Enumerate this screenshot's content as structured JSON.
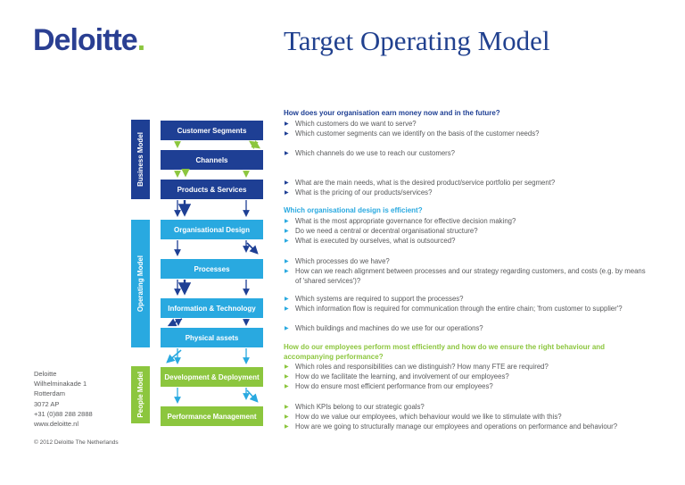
{
  "header": {
    "logo_text": "Deloitte",
    "logo_dot": ".",
    "title": "Target Operating Model"
  },
  "colors": {
    "dark_blue": "#1E3F94",
    "light_blue": "#29A9E0",
    "green": "#8CC63E",
    "body_text": "#58595B"
  },
  "icons": {
    "bullet": "▶"
  },
  "flow": {
    "sidebars": [
      {
        "label": "Business Model"
      },
      {
        "label": "Operating Model"
      },
      {
        "label": "People Model"
      }
    ],
    "boxes": [
      {
        "label": "Customer Segments"
      },
      {
        "label": "Channels"
      },
      {
        "label": "Products & Services"
      },
      {
        "label": "Organisational Design"
      },
      {
        "label": "Processes"
      },
      {
        "label": "Information & Technology"
      },
      {
        "label": "Physical assets"
      },
      {
        "label": "Development & Deployment"
      },
      {
        "label": "Performance Management"
      }
    ]
  },
  "questions": {
    "sections": [
      {
        "heading": "How does your organisation earn money now and in the future?",
        "items": [
          "Which customers do we want to serve?",
          "Which customer segments can we identify on the basis of the customer needs?",
          "Which channels do we use to reach our customers?",
          "What are the main needs, what is the desired product/service portfolio per segment?",
          "What is the pricing of our products/services?"
        ]
      },
      {
        "heading": "Which organisational design is efficient?",
        "items": [
          "What is the most appropriate governance for effective decision making?",
          "Do we need a central or decentral organisational structure?",
          "What is executed by ourselves, what is outsourced?",
          "Which processes do we have?",
          "How can we reach alignment between processes and our strategy regarding customers, and costs (e.g. by means of 'shared services')?",
          "Which systems are required to support the processes?",
          "Which information flow is required for communication through the entire chain; 'from customer to supplier'?",
          "Which buildings and machines do we use for our operations?"
        ]
      },
      {
        "heading": "How do our employees perform most efficiently and how do we ensure the right behaviour and accompanying performance?",
        "items": [
          "Which roles and responsibilities can we distinguish? How many FTE are required?",
          "How do we facilitate the learning, and involvement of our employees?",
          "How do ensure most efficient performance from our employees?",
          "Which KPIs belong to our strategic goals?",
          "How do we value our employees, which behaviour would we like to stimulate with this?",
          "How are we going to structurally manage our employees and operations on performance and behaviour?"
        ]
      }
    ]
  },
  "footer": {
    "address": [
      "Deloitte",
      "Wilhelminakade 1",
      "Rotterdam",
      "3072 AP",
      "+31 (0)88 288 2888",
      "www.deloitte.nl"
    ],
    "copyright": "© 2012 Deloitte The Netherlands"
  }
}
